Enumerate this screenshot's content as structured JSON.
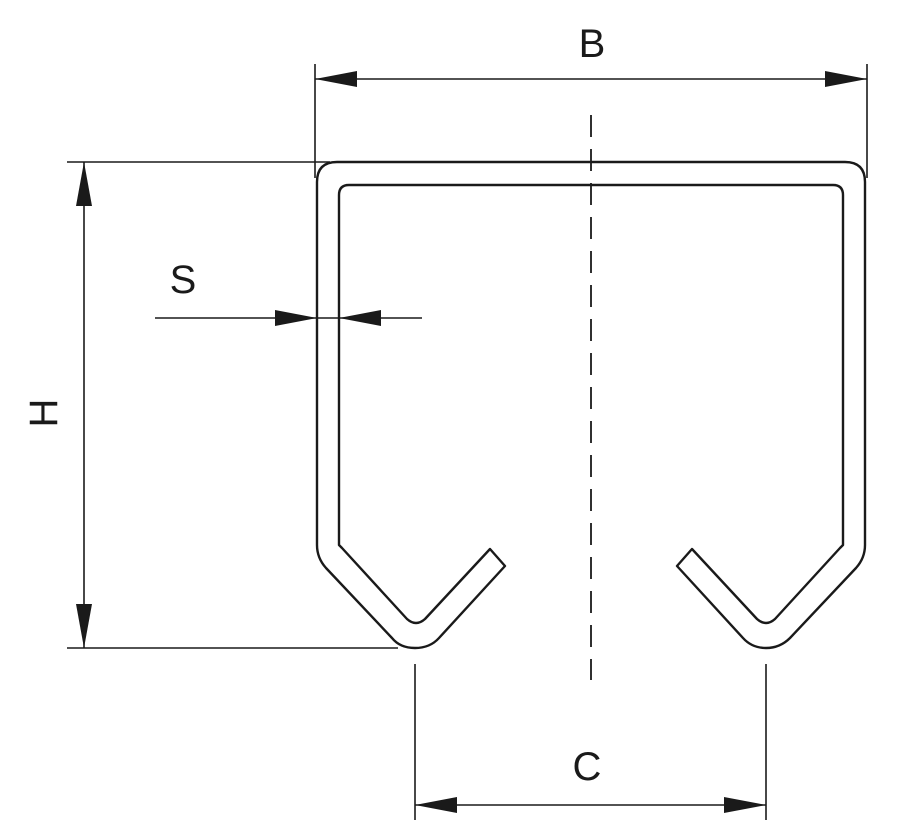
{
  "dimensions": {
    "width_label": "B",
    "height_label": "H",
    "thickness_label": "S",
    "opening_label": "C"
  }
}
